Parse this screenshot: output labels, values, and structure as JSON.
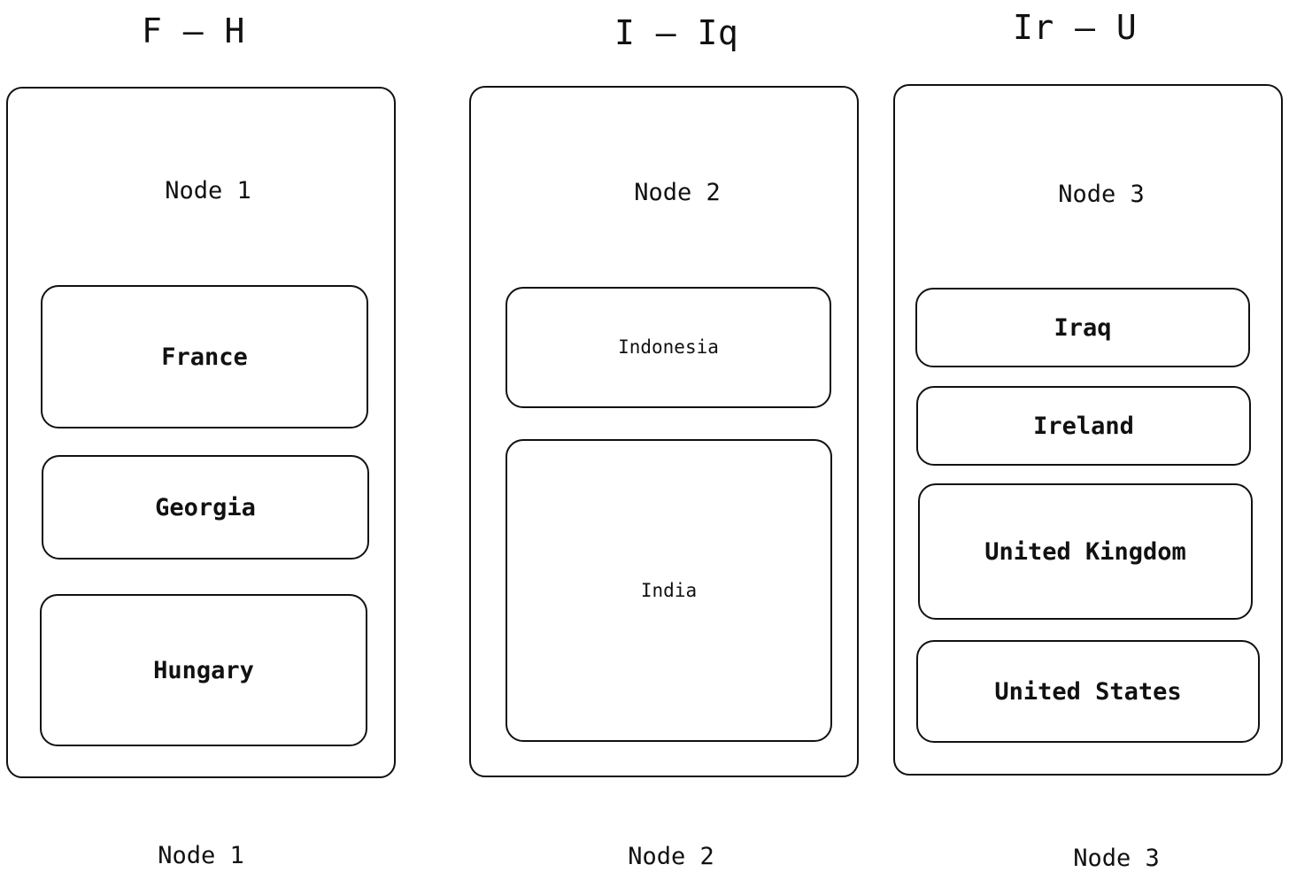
{
  "ranges": [
    "F – H",
    "I – Iq",
    "Ir – U"
  ],
  "nodes": [
    {
      "label": "Node 1",
      "items": [
        "France",
        "Georgia",
        "Hungary"
      ]
    },
    {
      "label": "Node 2",
      "items": [
        "Indonesia",
        "India"
      ]
    },
    {
      "label": "Node 3",
      "items": [
        "Iraq",
        "Ireland",
        "United Kingdom",
        "United States"
      ]
    }
  ],
  "footer": [
    "Node 1",
    "Node 2",
    "Node 3"
  ]
}
